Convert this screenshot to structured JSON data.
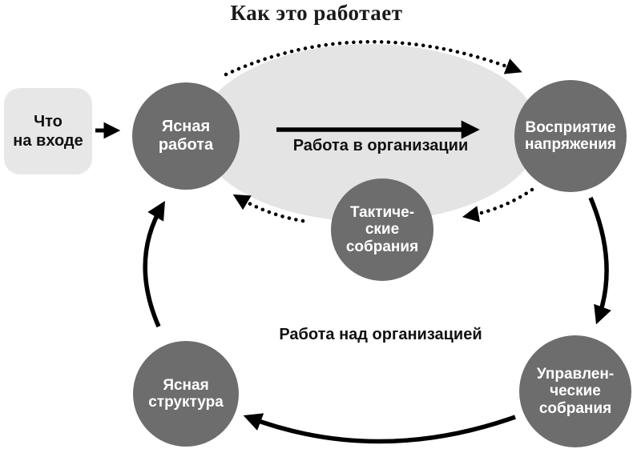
{
  "title": "Как это работает",
  "colors": {
    "node_fill": "#6d6d6d",
    "node_text": "#ffffff",
    "ellipse_fill": "#e4e4e4",
    "input_box_fill": "#e7e7e7",
    "arrow": "#000000",
    "title_text": "#1a1a1a"
  },
  "input_box": {
    "line1": "Что",
    "line2": "на входе"
  },
  "nodes": {
    "clear_work": {
      "line1": "Ясная",
      "line2": "работа"
    },
    "tension_sensing": {
      "line1": "Восприятие",
      "line2": "напряжения"
    },
    "tactical_meetings": {
      "line1": "Тактиче-",
      "line2": "ские",
      "line3": "собрания"
    },
    "governance_meetings": {
      "line1": "Управлен-",
      "line2": "ческие",
      "line3": "собрания"
    },
    "clear_structure": {
      "line1": "Ясная",
      "line2": "структура"
    }
  },
  "labels": {
    "work_in_org": "Работа в организации",
    "work_on_org": "Работа над организацией"
  }
}
